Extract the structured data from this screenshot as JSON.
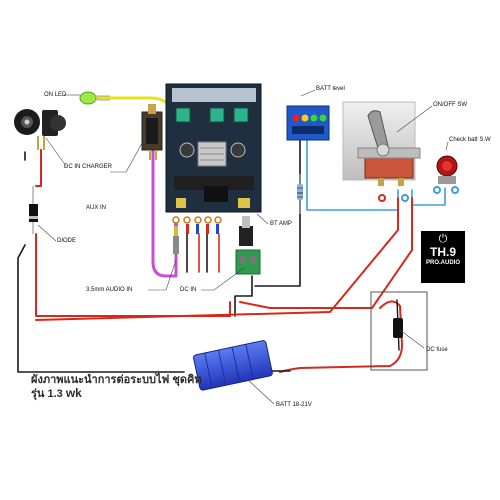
{
  "labels": {
    "on_led": "ON LED",
    "dc_in_charger": "DC IN CHARGER",
    "aux_in": "AUX IN",
    "diode": "DIODE",
    "audio_in": "3.5mm AUDIO IN",
    "dc_in": "DC IN",
    "bt_amp": "BT AMP",
    "batt_level": "BATT level",
    "on_off_sw": "ON/OFF SW",
    "check_batt_sw": "Check batt S.W",
    "dc_fuse": "DC fuse",
    "batt": "BATT 18-21V"
  },
  "caption": {
    "line1": "ผังภาพแนะนำการต่อระบบไฟ ชุดคิท",
    "line2_prefix": "รุ่น 1.3 ",
    "line2_suffix": "wk"
  },
  "logo": {
    "icon": "power-icon",
    "name": "TH.9",
    "subtitle": "PRO.AUDIO"
  },
  "colors": {
    "wire_red": "#d42a1e",
    "wire_black": "#1a1a1a",
    "wire_blue": "#3d9fd6",
    "wire_magenta": "#c84fd0",
    "wire_yellow": "#e8e21a",
    "board": "#1f2f40",
    "battery": "#2846d6"
  }
}
